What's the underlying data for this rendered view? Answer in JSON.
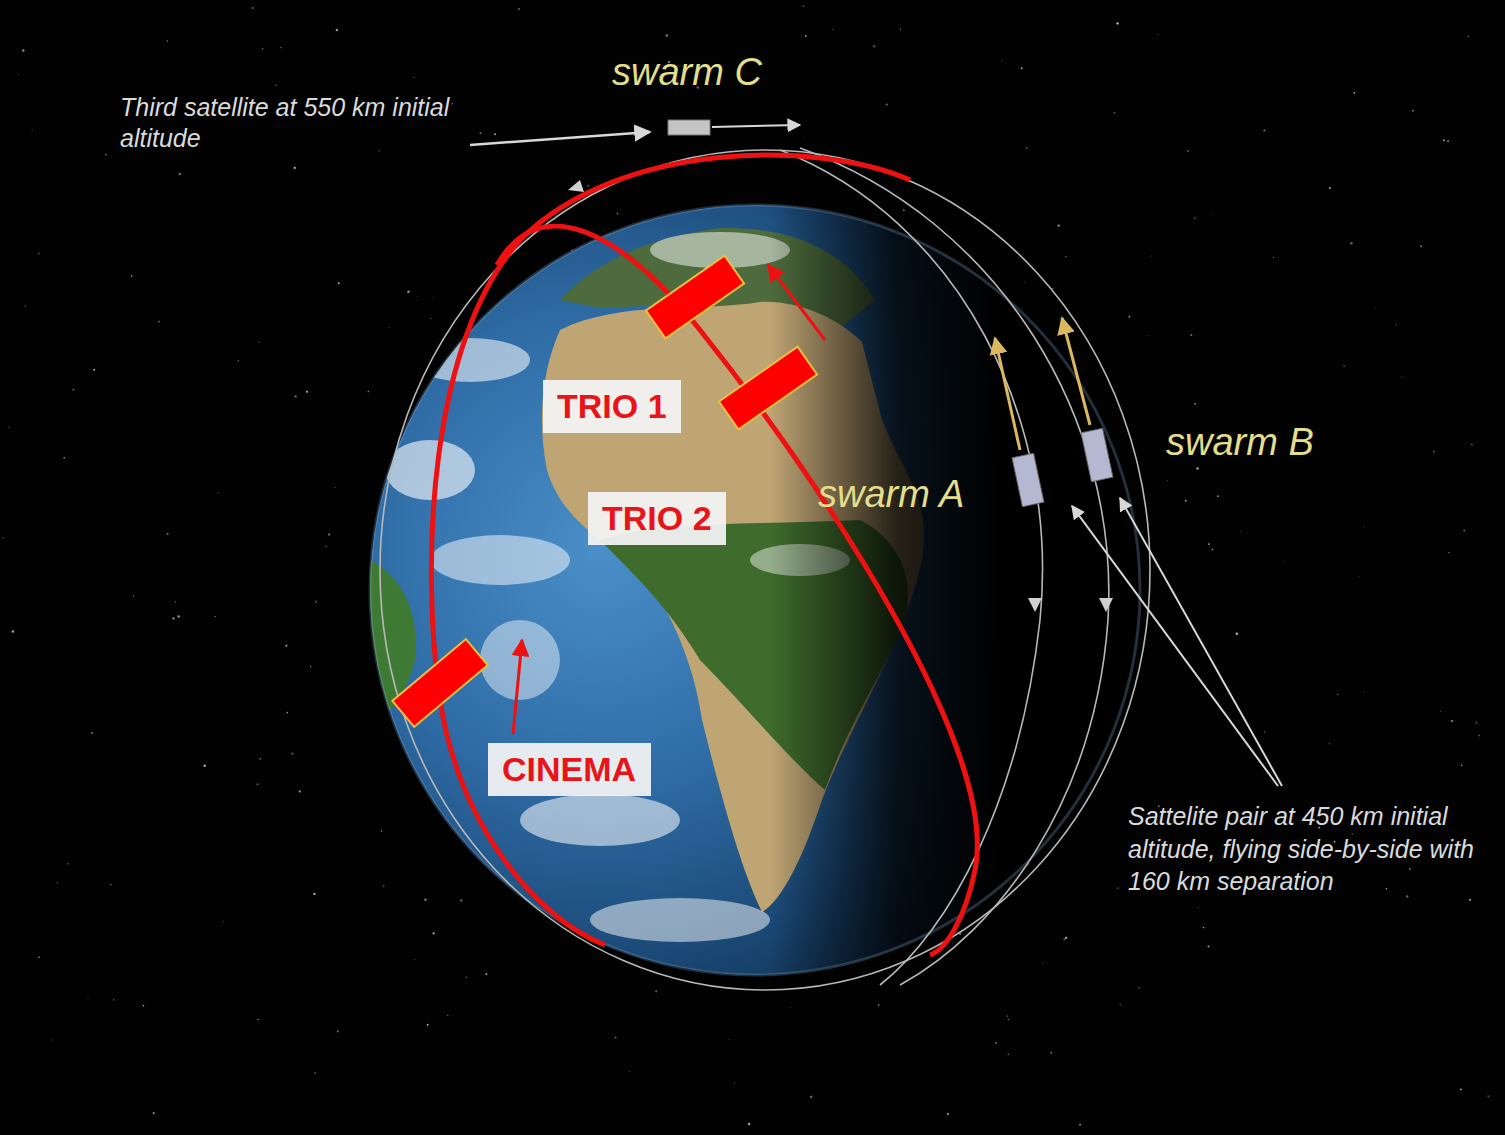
{
  "diagram": {
    "nodes": [
      {
        "text": [
          "TRIO 1"
        ]
      },
      {
        "text": [
          "TRIO 2"
        ]
      },
      {
        "text": [
          "CINEMA"
        ]
      }
    ],
    "labels": [
      "swarm C",
      "Third satellite at 550 km initial altitude",
      "swarm B",
      "swarm A",
      "Sattelite pair at 450 km initial altitude, flying side-by-side with 160 km separation"
    ]
  }
}
